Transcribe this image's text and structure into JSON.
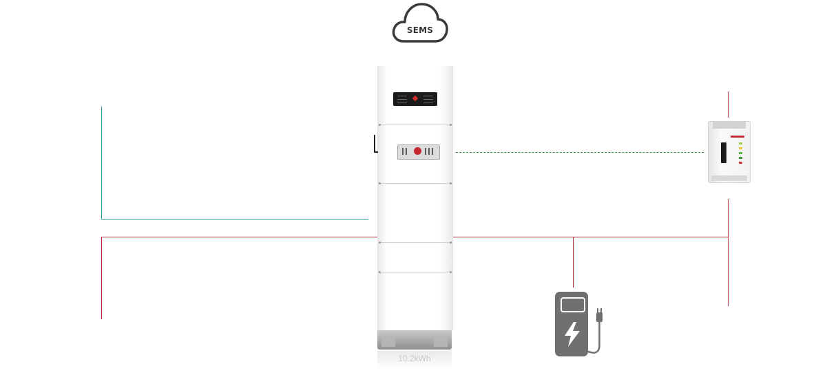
{
  "cloud": {
    "label": "SEMS",
    "icon": "cloud-icon"
  },
  "battery": {
    "icon": "battery-inverter-tower",
    "capacity_label": "10.2kWh"
  },
  "meter": {
    "icon": "smart-meter-icon"
  },
  "charger": {
    "icon": "ev-charger-icon"
  },
  "colors": {
    "dc_line": "#2a9a9d",
    "ac_line": "#b0243c",
    "comm_line": "#2f8f3c",
    "charger": "#707070"
  }
}
